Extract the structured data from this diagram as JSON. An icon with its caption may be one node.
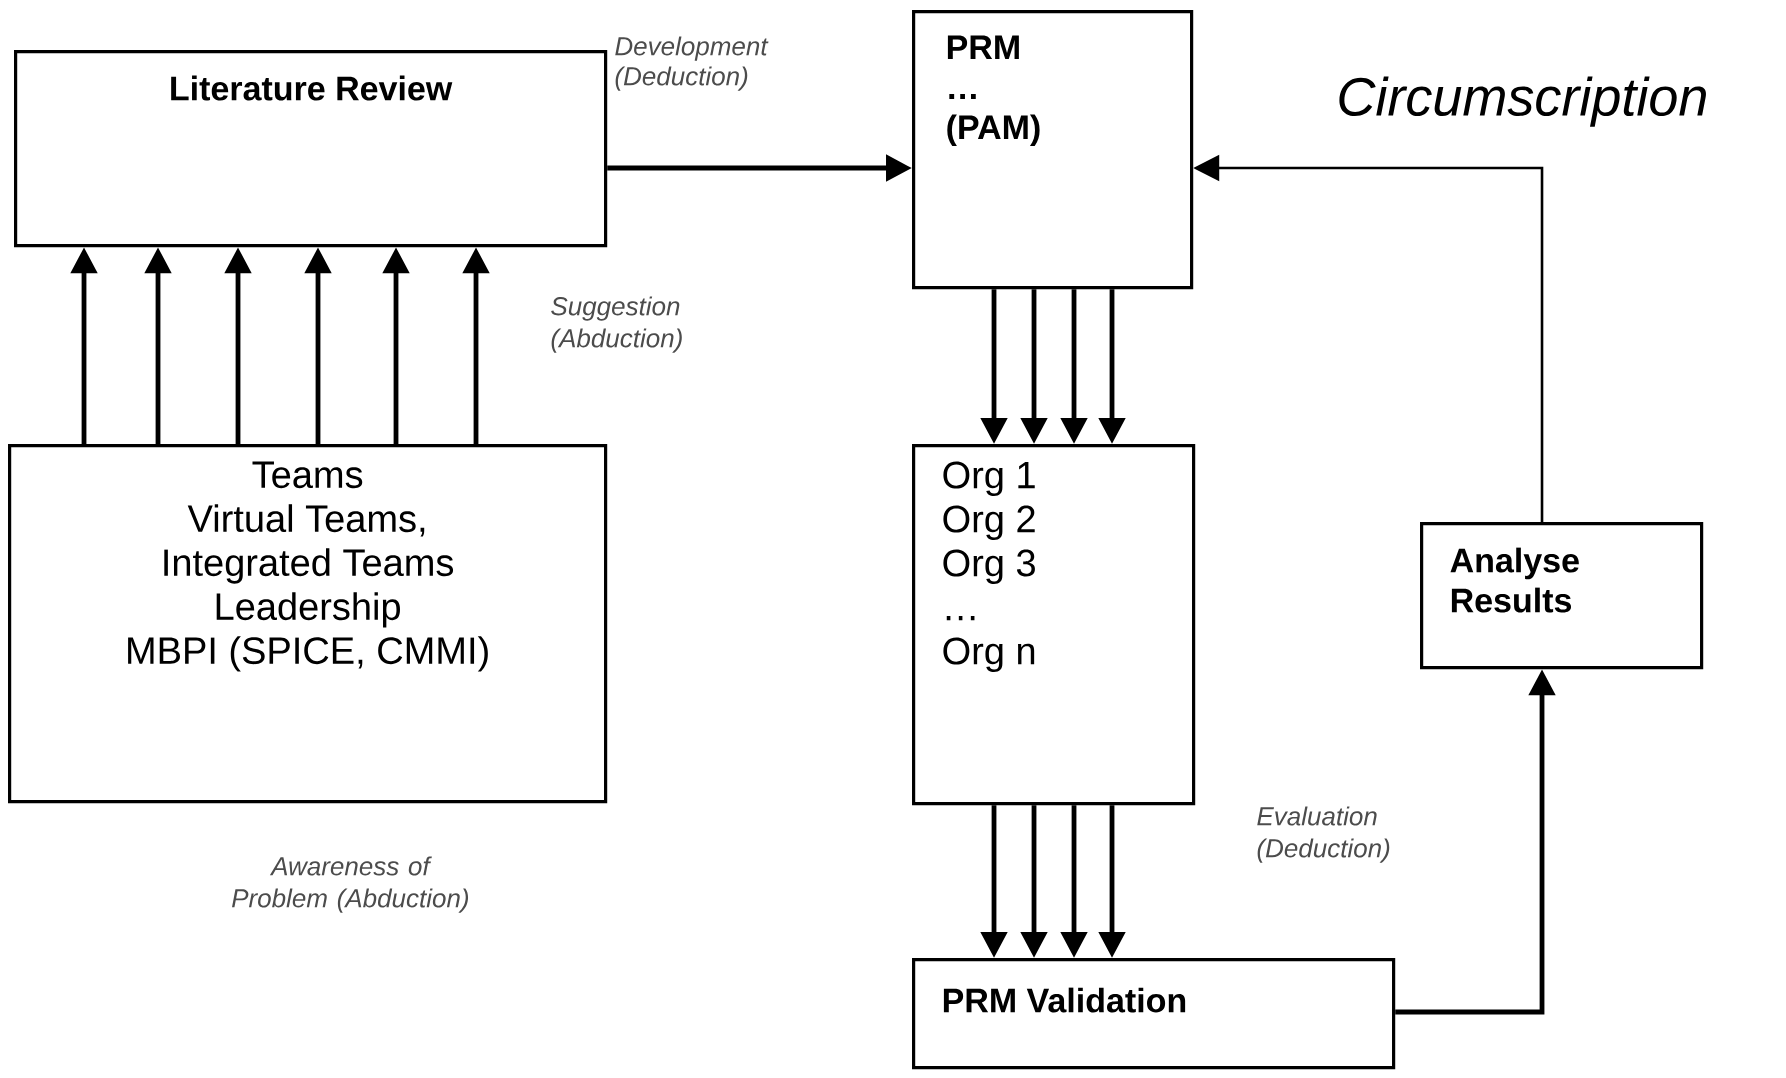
{
  "diagram": {
    "nodes": [
      {
        "text": [
          "Literature Review"
        ]
      },
      {
        "text": [
          "PRM",
          "…",
          "(PAM)"
        ]
      },
      {
        "text": [
          "Teams",
          "Virtual Teams,",
          "Integrated Teams",
          "Leadership",
          "MBPI (SPICE, CMMI)"
        ]
      },
      {
        "text": [
          "Org 1",
          "Org 2",
          "Org 3",
          "…",
          "Org n"
        ]
      },
      {
        "text": [
          "PRM Validation"
        ]
      },
      {
        "text": [
          "Analyse Results"
        ]
      }
    ],
    "edges": [
      {
        "from": 2,
        "to": 0,
        "arrow": "to"
      },
      {
        "from": 2,
        "to": 0,
        "arrow": "to"
      },
      {
        "from": 2,
        "to": 0,
        "arrow": "to"
      },
      {
        "from": 2,
        "to": 0,
        "arrow": "to"
      },
      {
        "from": 2,
        "to": 0,
        "arrow": "to"
      },
      {
        "from": 2,
        "to": 0,
        "arrow": "to"
      },
      {
        "from": 0,
        "to": 1,
        "arrow": "to",
        "label": "Development (Deduction)"
      },
      {
        "from": 1,
        "to": 3,
        "arrow": "to"
      },
      {
        "from": 1,
        "to": 3,
        "arrow": "to"
      },
      {
        "from": 1,
        "to": 3,
        "arrow": "to"
      },
      {
        "from": 1,
        "to": 3,
        "arrow": "to"
      },
      {
        "from": 3,
        "to": 4,
        "arrow": "to"
      },
      {
        "from": 3,
        "to": 4,
        "arrow": "to"
      },
      {
        "from": 3,
        "to": 4,
        "arrow": "to"
      },
      {
        "from": 3,
        "to": 4,
        "arrow": "to"
      },
      {
        "from": 4,
        "to": 5,
        "arrow": "to"
      },
      {
        "from": 5,
        "to": 1,
        "arrow": "to"
      }
    ],
    "labels": [
      "Circumscription",
      "Suggestion (Abduction)",
      "Evaluation (Deduction)",
      "Awareness of Problem (Abduction)"
    ]
  }
}
